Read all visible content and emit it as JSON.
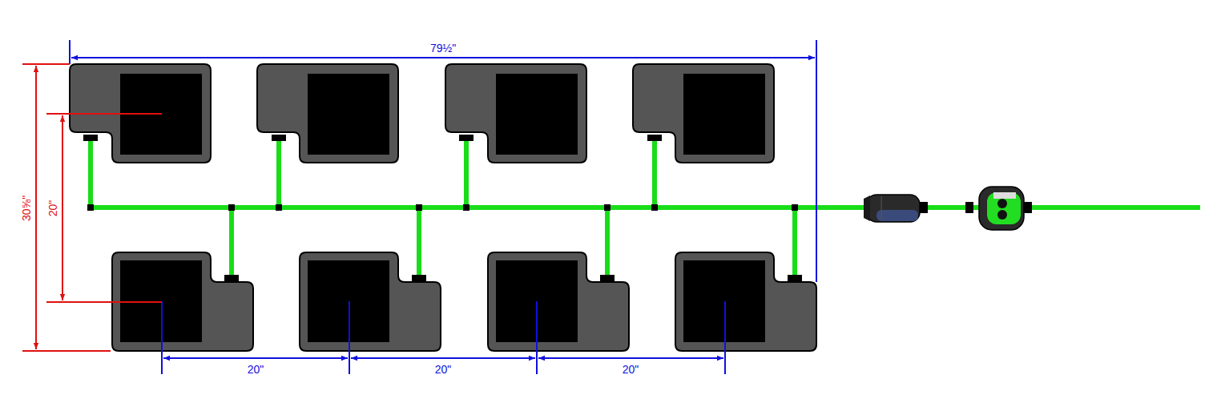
{
  "diagram": {
    "labels": [
      "79½\"",
      "30⅝\"",
      "20\"",
      "20\"",
      "20\"",
      "20\""
    ]
  }
}
